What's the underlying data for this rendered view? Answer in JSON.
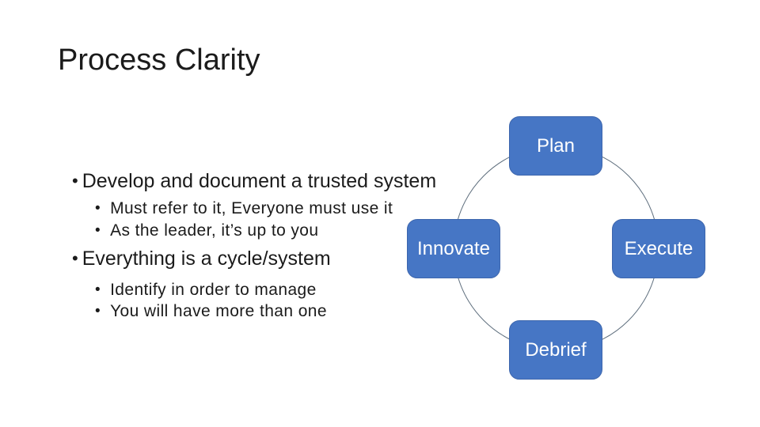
{
  "slide": {
    "title": "Process Clarity",
    "bullet_char": "•",
    "bullets": [
      {
        "level": 1,
        "text": "Develop and document a trusted system"
      },
      {
        "level": 2,
        "text": "Must refer to it, Everyone must use it"
      },
      {
        "level": 2,
        "text": "As the leader, it’s up to you"
      },
      {
        "level": 1,
        "text": "Everything is a cycle/system"
      },
      {
        "level": 2,
        "text": "Identify in order to manage"
      },
      {
        "level": 2,
        "text": "You will have more than one"
      }
    ],
    "diagram": {
      "type": "cycle",
      "nodes": [
        {
          "id": "plan",
          "label": "Plan",
          "position": "top"
        },
        {
          "id": "execute",
          "label": "Execute",
          "position": "right"
        },
        {
          "id": "debrief",
          "label": "Debrief",
          "position": "bottom"
        },
        {
          "id": "innovate",
          "label": "Innovate",
          "position": "left"
        }
      ]
    },
    "colors": {
      "background": "#FFFFFF",
      "node_fill": "#4676C5",
      "node_border": "#3D66AD",
      "node_text": "#FFFFFF",
      "circle_stroke": "#5F6F7E",
      "title_text": "#1B1B1B",
      "body_text": "#1B1B1B"
    }
  }
}
